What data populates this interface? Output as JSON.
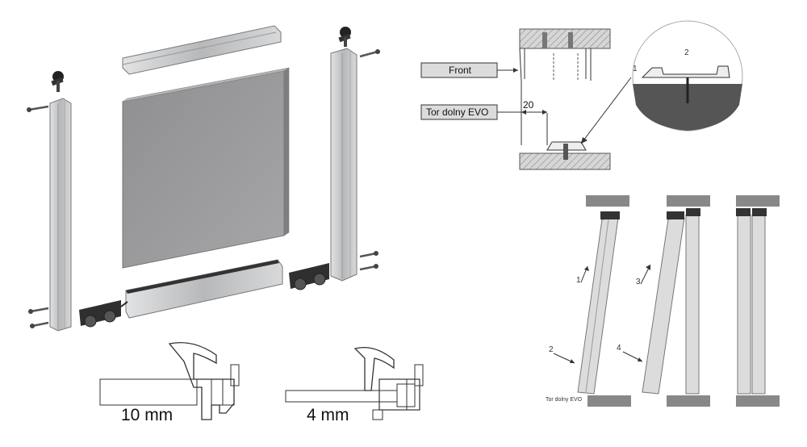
{
  "cross_sections": {
    "left_label": "10 mm",
    "right_label": "4 mm"
  },
  "detail": {
    "front_label": "Front",
    "track_label": "Tor dolny EVO",
    "dimension": "20",
    "callout_1": "1",
    "callout_2": "2"
  },
  "install_steps": {
    "step_1": "1",
    "step_2": "2",
    "step_3": "3",
    "step_4": "4",
    "track_label": "Tor dolny EVO"
  },
  "colors": {
    "panel": "#9a9a9c",
    "aluminium": "#c9cacc",
    "hatch": "#bdbdbd",
    "dark": "#333333"
  }
}
